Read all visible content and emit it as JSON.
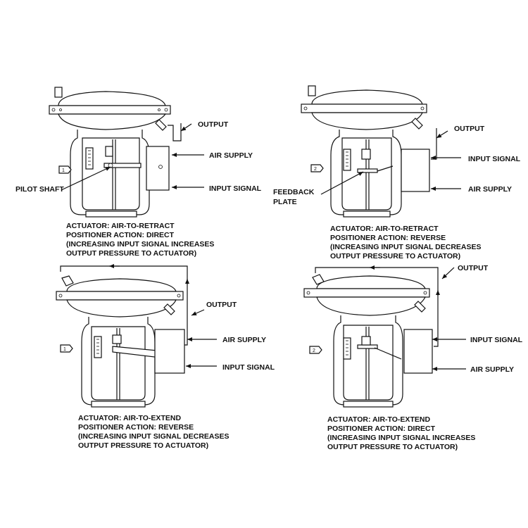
{
  "panels": [
    {
      "tag": "1",
      "labels": {
        "output": "OUTPUT",
        "air_supply": "AIR SUPPLY",
        "input_signal": "INPUT SIGNAL",
        "pilot_shaft": "PILOT SHAFT"
      },
      "caption": [
        "ACTUATOR: AIR-TO-RETRACT",
        "POSITIONER ACTION: DIRECT",
        "(INCREASING INPUT SIGNAL INCREASES",
        "OUTPUT PRESSURE TO ACTUATOR)"
      ]
    },
    {
      "tag": "2",
      "labels": {
        "output": "OUTPUT",
        "input_signal": "INPUT SIGNAL",
        "air_supply": "AIR SUPPLY",
        "feedback_plate": [
          "FEEDBACK",
          "PLATE"
        ]
      },
      "caption": [
        "ACTUATOR: AIR-TO-RETRACT",
        "POSITIONER ACTION: REVERSE",
        "(INCREASING INPUT SIGNAL DECREASES",
        "OUTPUT PRESSURE TO ACTUATOR)"
      ]
    },
    {
      "tag": "1",
      "labels": {
        "output": "OUTPUT",
        "air_supply": "AIR SUPPLY",
        "input_signal": "INPUT SIGNAL"
      },
      "caption": [
        "ACTUATOR: AIR-TO-EXTEND",
        "POSITIONER ACTION: REVERSE",
        "(INCREASING INPUT SIGNAL DECREASES",
        "OUTPUT PRESSURE TO ACTUATOR)"
      ]
    },
    {
      "tag": "2",
      "labels": {
        "output": "OUTPUT",
        "input_signal": "INPUT SIGNAL",
        "air_supply": "AIR SUPPLY"
      },
      "caption": [
        "ACTUATOR: AIR-TO-EXTEND",
        "POSITIONER ACTION: DIRECT",
        "(INCREASING INPUT SIGNAL INCREASES",
        "OUTPUT PRESSURE TO ACTUATOR)"
      ]
    }
  ]
}
